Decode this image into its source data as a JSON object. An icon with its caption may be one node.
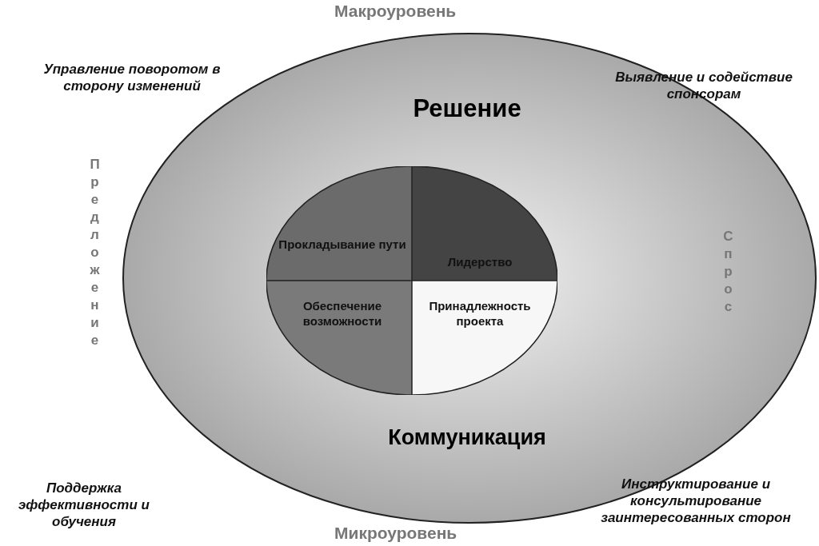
{
  "diagram": {
    "nodes": [
      {
        "text": [
          "Решение",
          "Коммуникация"
        ]
      },
      {
        "text": [
          "Прокладывание пути"
        ],
        "in": 0
      },
      {
        "text": [
          "Лидерство"
        ],
        "in": 0
      },
      {
        "text": [
          "Обеспечение возможности"
        ],
        "in": 0
      },
      {
        "text": [
          "Принадлежность проекта"
        ],
        "in": 0
      }
    ],
    "edges": [],
    "labels": [
      "Макроуровень",
      "Управление поворотом в сторону изменений",
      "Выявление и содействие спонсорам",
      "Предложение",
      "Спрос",
      "Поддержка эффективности и обучения",
      "Инструктирование и консультирование заинтересованных сторон",
      "Микроуровень"
    ]
  }
}
